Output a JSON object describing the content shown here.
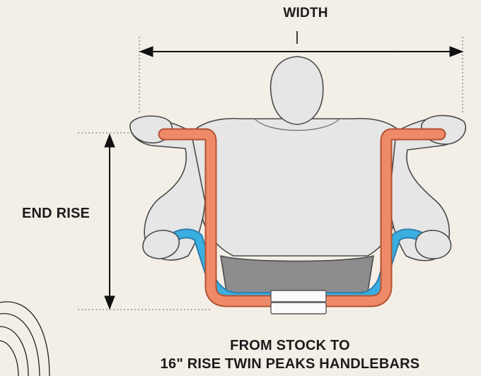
{
  "labels": {
    "width": "WIDTH",
    "end_rise": "END RISE"
  },
  "caption": {
    "line1": "FROM STOCK TO",
    "line2": "16\" RISE TWIN PEAKS HANDLEBARS"
  },
  "colors": {
    "background": "#f3efe7",
    "rider_fill": "#e6e6e6",
    "rider_stroke": "#4a4a4a",
    "stock_bar": "#3aaee0",
    "new_bar": "#ee8a68",
    "dimension_lines": "#111111",
    "text": "#1b1b1b"
  }
}
